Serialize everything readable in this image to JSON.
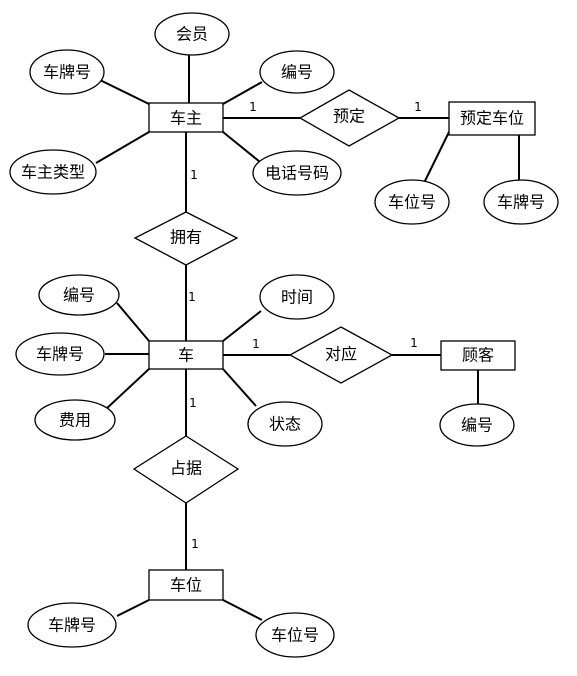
{
  "entities": {
    "owner": "车主",
    "car": "车",
    "reserved_space": "预定车位",
    "customer": "顾客",
    "parking_space": "车位"
  },
  "relationships": {
    "reserve": "预定",
    "own": "拥有",
    "correspond": "对应",
    "occupy": "占据"
  },
  "attributes": {
    "owner_member": "会员",
    "owner_plate": "车牌号",
    "owner_id": "编号",
    "owner_type": "车主类型",
    "owner_phone": "电话号码",
    "reserved_space_no": "车位号",
    "reserved_plate": "车牌号",
    "car_id": "编号",
    "car_time": "时间",
    "car_plate": "车牌号",
    "car_fee": "费用",
    "car_status": "状态",
    "customer_id": "编号",
    "space_plate": "车牌号",
    "space_no": "车位号"
  },
  "cardinalities": {
    "owner_reserve": "1",
    "reserve_space": "1",
    "owner_own": "1",
    "own_car": "1",
    "car_correspond": "1",
    "correspond_customer": "1",
    "car_occupy": "1",
    "occupy_space": "1"
  }
}
